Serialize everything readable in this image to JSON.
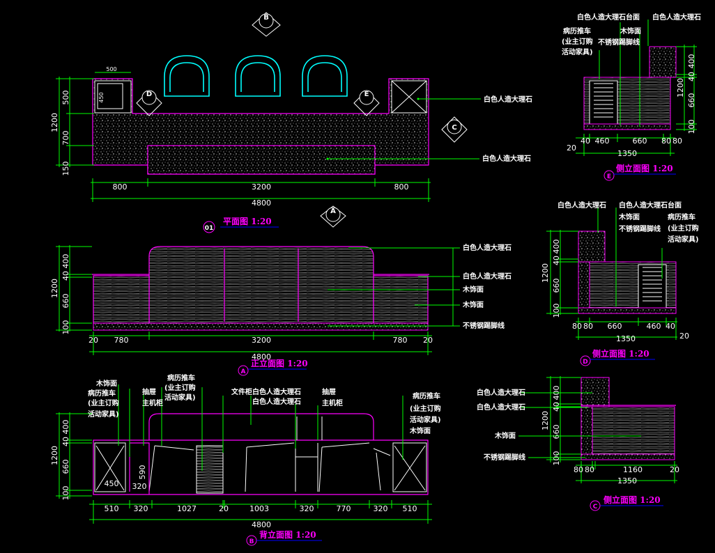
{
  "plan": {
    "title": "平面图 1:20",
    "badge": "01",
    "marker_b": "B",
    "marker_d": "D",
    "marker_e": "E",
    "marker_c": "C",
    "marker_a": "A",
    "dims_h": [
      "800",
      "3200",
      "800",
      "4800"
    ],
    "dims_v": [
      "500",
      "700",
      "150",
      "1200"
    ],
    "dims_box": [
      "500",
      "450"
    ],
    "notes": [
      "白色人造大理石",
      "白色人造大理石"
    ]
  },
  "front": {
    "title": "正立面图 1:20",
    "badge": "A",
    "dims_h": [
      "20",
      "780",
      "3200",
      "780",
      "20",
      "4800"
    ],
    "dims_v": [
      "400",
      "40",
      "660",
      "100",
      "1200"
    ],
    "notes": [
      "白色人造大理石",
      "白色人造大理石",
      "木饰面",
      "木饰面",
      "不锈钢踢脚线"
    ]
  },
  "back": {
    "title": "背立面图 1:20",
    "badge": "B",
    "dims_h": [
      "510",
      "320",
      "1027",
      "20",
      "1003",
      "320",
      "770",
      "320",
      "510",
      "4800"
    ],
    "dims_v": [
      "400",
      "40",
      "660",
      "100",
      "1200"
    ],
    "dims_inner": [
      "590",
      "450",
      "320"
    ],
    "notes_left": [
      "木饰面",
      "病历推车",
      "(业主订购",
      "活动家具)",
      "抽屉",
      "主机柜",
      "病历推车",
      "(业主订购",
      "活动家具)"
    ],
    "notes_mid": [
      "文件柜",
      "白色人造大理石",
      "白色人造大理石",
      "抽屉",
      "主机柜"
    ],
    "notes_right": [
      "病历推车",
      "(业主订购",
      "活动家具)",
      "木饰面"
    ]
  },
  "side_e": {
    "title": "侧立面图 1:20",
    "badge": "E",
    "dims_h": [
      "20",
      "40",
      "460",
      "660",
      "80",
      "80",
      "1350"
    ],
    "dims_v": [
      "400",
      "40",
      "660",
      "100",
      "1200"
    ],
    "notes": [
      "白色人造大理石台面",
      "白色人造大理石",
      "病历推车",
      "(业主订购",
      "活动家具)",
      "木饰面",
      "不锈钢踢脚线"
    ]
  },
  "side_d": {
    "title": "侧立面图 1:20",
    "badge": "D",
    "dims_h": [
      "80",
      "80",
      "660",
      "460",
      "40",
      "20",
      "1350"
    ],
    "dims_v": [
      "400",
      "40",
      "660",
      "100",
      "1200"
    ],
    "notes": [
      "白色人造大理石",
      "白色人造大理石台面",
      "木饰面",
      "不锈钢踢脚线",
      "病历推车",
      "(业主订购",
      "活动家具)"
    ]
  },
  "side_c": {
    "title": "侧立面图 1:20",
    "badge": "C",
    "dims_h": [
      "80",
      "80",
      "1160",
      "20",
      "1350"
    ],
    "dims_v": [
      "400",
      "40",
      "660",
      "100",
      "1200"
    ],
    "notes": [
      "白色人造大理石",
      "白色人造大理石",
      "木饰面",
      "不锈钢踢脚线"
    ]
  },
  "colors": {
    "background": "#000000",
    "outline": "#ff00ff",
    "dimension": "#00ff00",
    "chair": "#00ffff",
    "text": "#ffffff"
  }
}
